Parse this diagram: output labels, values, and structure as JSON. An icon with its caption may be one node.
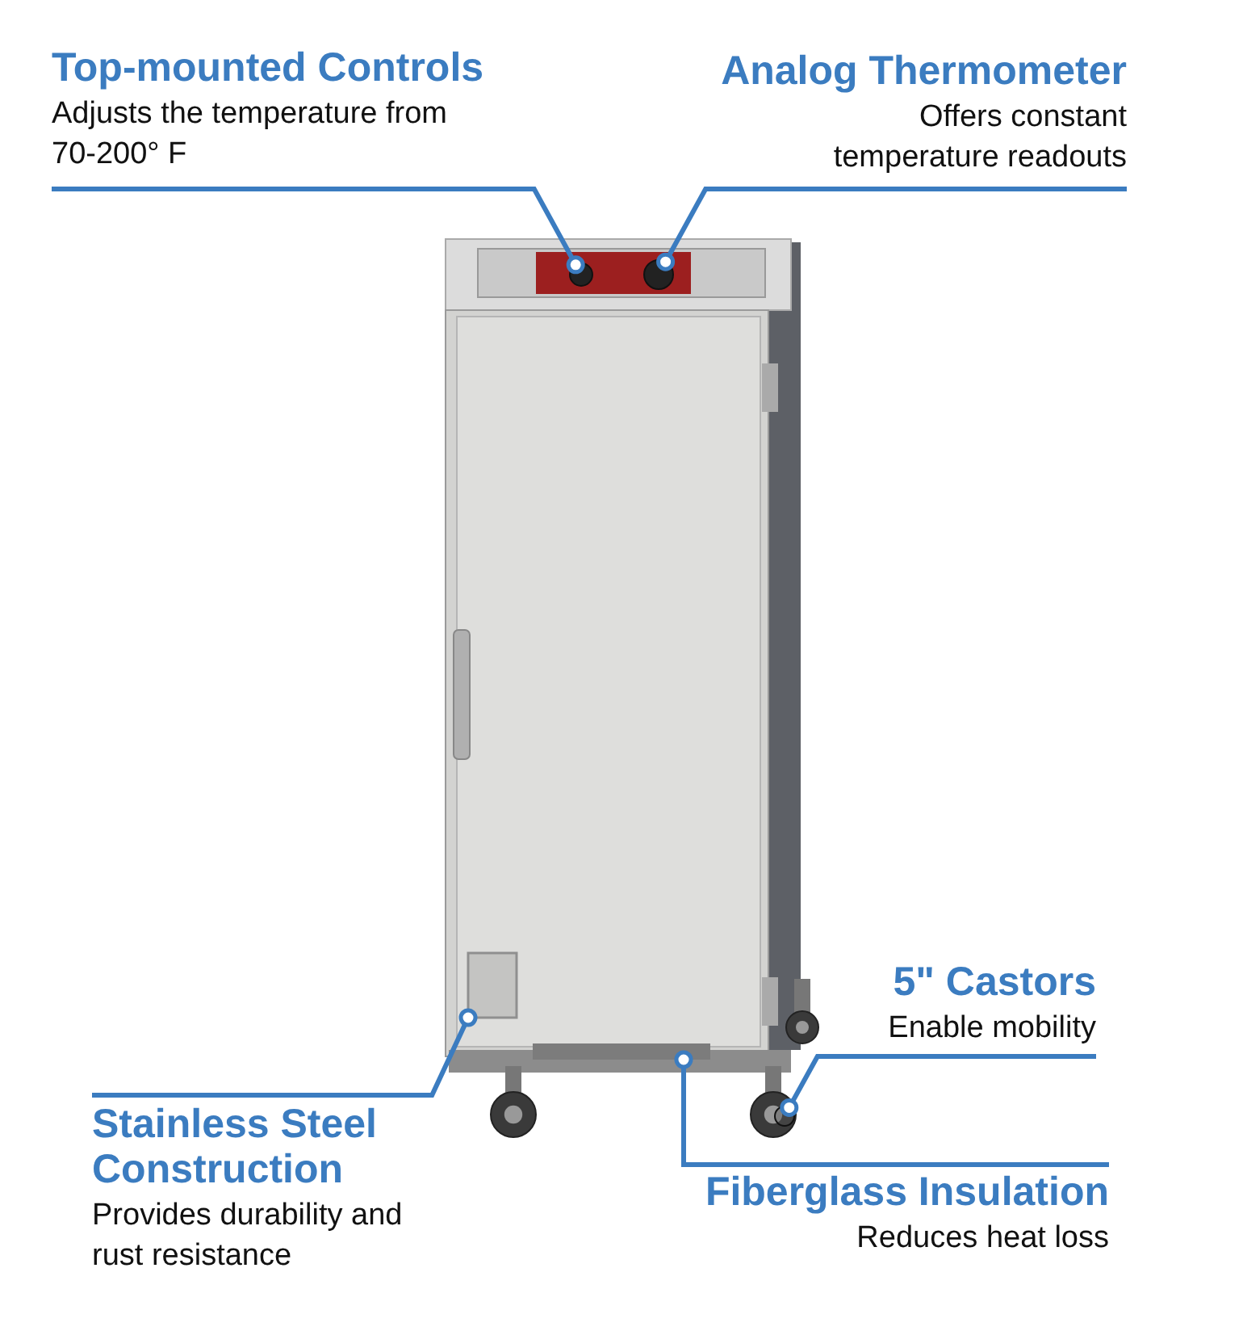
{
  "diagram": {
    "nodes": [
      {
        "text": [
          "Top-mounted Controls",
          "Adjusts the temperature from 70-200° F"
        ]
      },
      {
        "text": [
          "Analog Thermometer",
          "Offers constant temperature readouts"
        ]
      },
      {
        "text": [
          "5\" Castors",
          "Enable mobility"
        ]
      },
      {
        "text": [
          "Stainless Steel Construction",
          "Provides durability and rust resistance"
        ]
      },
      {
        "text": [
          "Fiberglass Insulation",
          "Reduces heat loss"
        ]
      },
      {
        "text": [],
        "shape": "circle"
      },
      {
        "text": [],
        "shape": "circle"
      },
      {
        "text": [],
        "shape": "circle"
      },
      {
        "text": [],
        "shape": "box"
      },
      {
        "text": [],
        "shape": "bar"
      }
    ],
    "edges": [
      {
        "from": 0,
        "to": 5,
        "arrow": "other"
      },
      {
        "from": 1,
        "to": 6,
        "arrow": "other"
      },
      {
        "from": 2,
        "to": 7,
        "arrow": "other"
      },
      {
        "from": 3,
        "to": 8,
        "arrow": "other"
      },
      {
        "from": 4,
        "to": 9,
        "arrow": "other"
      }
    ]
  }
}
